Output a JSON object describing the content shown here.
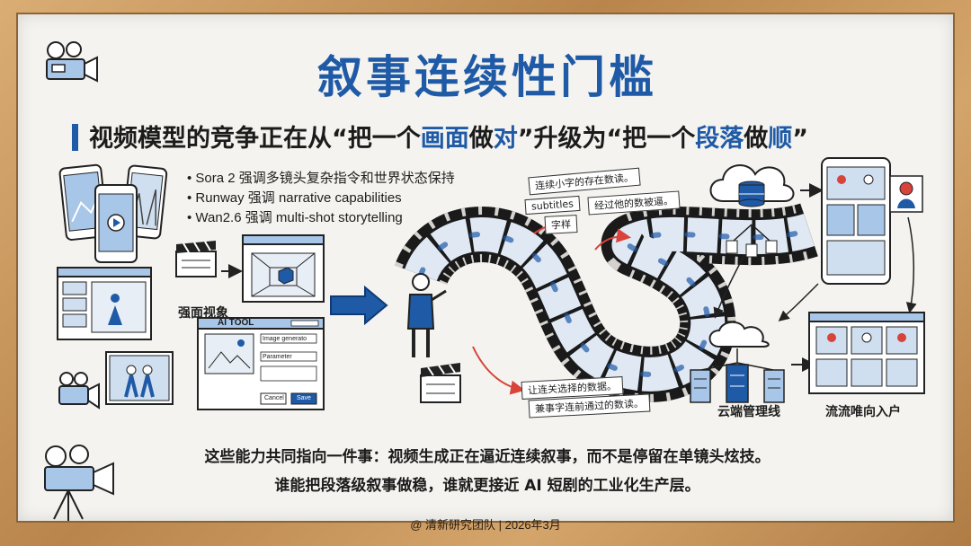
{
  "title": "叙事连续性门槛",
  "subtitle": {
    "prefix": "视频模型的竞争正在从“把一个",
    "hl1": "画面",
    "mid1": "做",
    "hl2": "对",
    "mid2": "”升级为“把一个",
    "hl3": "段落",
    "mid3": "做",
    "hl4": "顺",
    "suffix": "”"
  },
  "bullets": [
    "Sora 2 强调多镜头复杂指令和世界状态保持",
    "Runway 强调 narrative capabilities",
    "Wan2.6 强调 multi-shot storytelling"
  ],
  "labels": {
    "left_scene": "强面视象",
    "ai_tool": "AI TOOL",
    "cloud_pipeline": "云端管理线",
    "entrance": "流流唯向入户"
  },
  "ai_tool_window": {
    "field1": "Image generato",
    "field2": "Parameter",
    "cancel": "Cancel",
    "save": "Save"
  },
  "notes": {
    "top1": "连续小字的存在数读。",
    "top2": "subtitles",
    "top3": "字样",
    "top4": "经过他的数被逼。",
    "bottom1": "让连关选择的数据。",
    "bottom2": "兼事字连前通过的数读。"
  },
  "bottom_lines": [
    "这些能力共同指向一件事：视频生成正在逼近连续叙事，而不是停留在单镜头炫技。",
    "谁能把段落级叙事做稳，谁就更接近 AI 短剧的工业化生产层。"
  ],
  "credit": "@ 清新研究团队 | 2026年3月",
  "colors": {
    "accent": "#1f5aa7",
    "frame": "#c89a62",
    "board": "#f4f3ef",
    "light_blue": "#a8c6e8"
  },
  "icons": [
    "film-camera-icon",
    "film-camera-icon",
    "clapperboard-icon",
    "arrow-right-icon",
    "cloud-icon",
    "server-icon",
    "phone-icon",
    "film-strip-icon"
  ]
}
